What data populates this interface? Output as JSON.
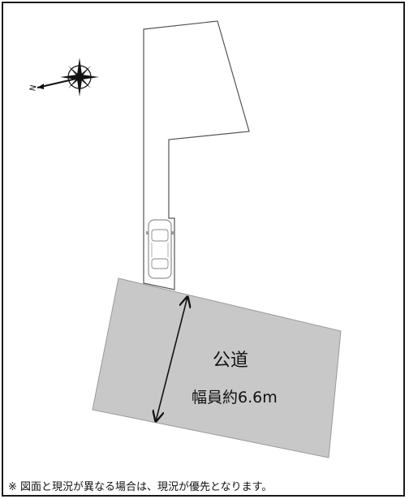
{
  "map": {
    "road": {
      "name": "公道",
      "width_label": "幅員約6.6m",
      "fill_color": "#c8c8c8"
    },
    "compass": {
      "icon": "compass-icon",
      "north_label": "N"
    },
    "parking": {
      "icon": "car-icon"
    },
    "note": "※ 図面と現況が異なる場合は、現況が優先となります。"
  }
}
